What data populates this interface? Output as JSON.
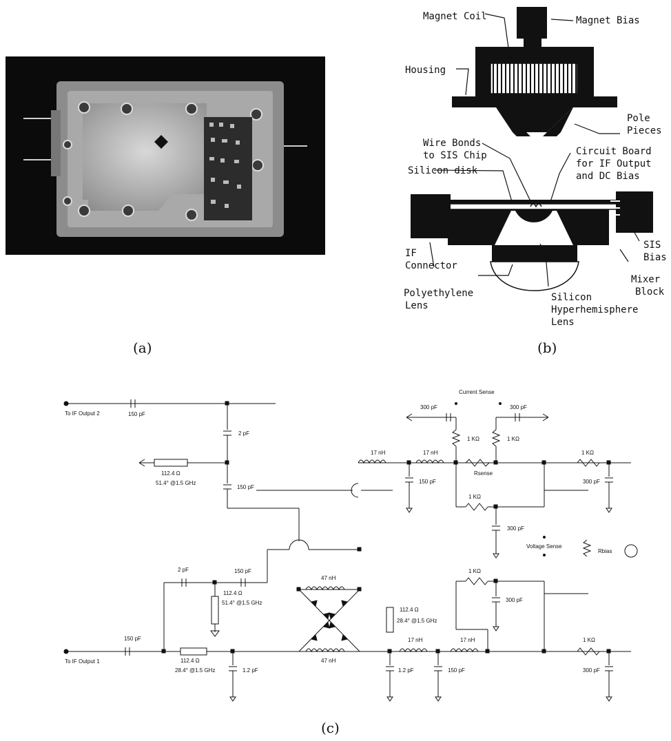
{
  "panels": {
    "a": {
      "caption": "(a)"
    },
    "b": {
      "caption": "(b)",
      "labels": {
        "magnet_coil": "Magnet Coil",
        "magnet_bias": "Magnet Bias",
        "housing": "Housing",
        "pole_pieces_1": "Pole",
        "pole_pieces_2": "Pieces",
        "wire_bonds_1": "Wire Bonds",
        "wire_bonds_2": "to SIS Chip",
        "circuit_board_1": "Circuit Board",
        "circuit_board_2": "for IF Output",
        "circuit_board_3": "and DC Bias",
        "silicon_disk": "Silicon disk",
        "if_connector_1": "IF",
        "if_connector_2": "Connector",
        "sis_bias_1": "SIS",
        "sis_bias_2": "Bias",
        "mixer_block_1": "Mixer",
        "mixer_block_2": "Block",
        "poly_lens_1": "Polyethylene",
        "poly_lens_2": "Lens",
        "si_lens_1": "Silicon",
        "si_lens_2": "Hyperhemisphere",
        "si_lens_3": "Lens"
      }
    },
    "c": {
      "caption": "(c)",
      "labels": {
        "to_if2": "To IF Output 2",
        "to_if1": "To IF Output 1",
        "c150_top": "150 pF",
        "c2_top": "2 pF",
        "tl_top_z": "112.4 Ω",
        "tl_top_e": "51.4° @1.5 GHz",
        "c150_mid": "150 pF",
        "current_sense": "Current Sense",
        "c300_l": "300 pF",
        "c300_r": "300 pF",
        "r1k_a": "1 KΩ",
        "r1k_b": "1 KΩ",
        "l17_a": "17 nH",
        "l17_b": "17 nH",
        "rsense": "Rsense",
        "r1k_top_right": "1 KΩ",
        "c150_r": "150 pF",
        "c300_far": "300 pF",
        "r1k_mid": "1 KΩ",
        "c300_mid": "300 pF",
        "voltage_sense": "Voltage Sense",
        "rbias": "Rbias",
        "c2_low": "2 pF",
        "c150_low": "150 pF",
        "tl_stub_z": "112.4 Ω",
        "tl_stub_e": "51.4° @1.5 GHz",
        "l47_top": "47 nH",
        "l47_bot": "47 nH",
        "r1k_low": "1 KΩ",
        "c300_low": "300 pF",
        "tl_r_z": "112.4 Ω",
        "tl_r_e": "28.4° @1.5 GHz",
        "c150_in": "150 pF",
        "tl_in_z": "112.4 Ω",
        "tl_in_e": "28.4° @1.5 GHz",
        "c12_a": "1.2 pF",
        "l17_c": "17 nH",
        "l17_d": "17 nH",
        "c12_b": "1.2 pF",
        "c150_bot": "150 pF",
        "r1k_bot": "1 KΩ",
        "c300_bot": "300 pF"
      }
    }
  }
}
